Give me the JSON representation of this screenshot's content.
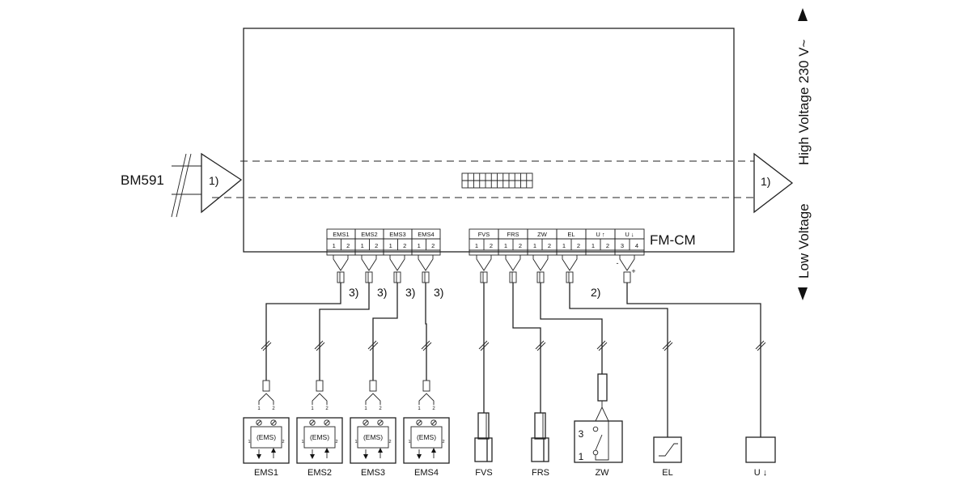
{
  "labels": {
    "bm591": "BM591",
    "fmcm": "FM-CM",
    "bus_left": "1)",
    "bus_right": "1)",
    "note2": "2)",
    "note3": "3)",
    "high_voltage": "High Voltage 230 V~",
    "low_voltage": "Low Voltage"
  },
  "ems_terminals": [
    {
      "header": "EMS1",
      "pin1": "1",
      "pin2": "2",
      "device": "EMS1",
      "inner": "(EMS)",
      "sub1": "1",
      "sub2": "2"
    },
    {
      "header": "EMS2",
      "pin1": "1",
      "pin2": "2",
      "device": "EMS2",
      "inner": "(EMS)",
      "sub1": "1",
      "sub2": "2"
    },
    {
      "header": "EMS3",
      "pin1": "1",
      "pin2": "2",
      "device": "EMS3",
      "inner": "(EMS)",
      "sub1": "1",
      "sub2": "2"
    },
    {
      "header": "EMS4",
      "pin1": "1",
      "pin2": "2",
      "device": "EMS4",
      "inner": "(EMS)",
      "sub1": "1",
      "sub2": "2"
    }
  ],
  "sensor_terminals": [
    {
      "header": "FVS",
      "pin1": "1",
      "pin2": "2",
      "device": "FVS"
    },
    {
      "header": "FRS",
      "pin1": "1",
      "pin2": "2",
      "device": "FRS"
    },
    {
      "header": "ZW",
      "pin1": "1",
      "pin2": "2",
      "device": "ZW"
    },
    {
      "header": "EL",
      "pin1": "1",
      "pin2": "2",
      "device": "EL"
    }
  ],
  "u_terminals": [
    {
      "header": "U ↑",
      "pin1": "1",
      "pin2": "2"
    },
    {
      "header": "U ↓",
      "pin1": "3",
      "pin2": "4"
    }
  ],
  "u_polarity": {
    "minus": "-",
    "plus": "+"
  },
  "zw_switch": {
    "top": "3",
    "bottom": "1"
  },
  "u_device": "U ↓"
}
